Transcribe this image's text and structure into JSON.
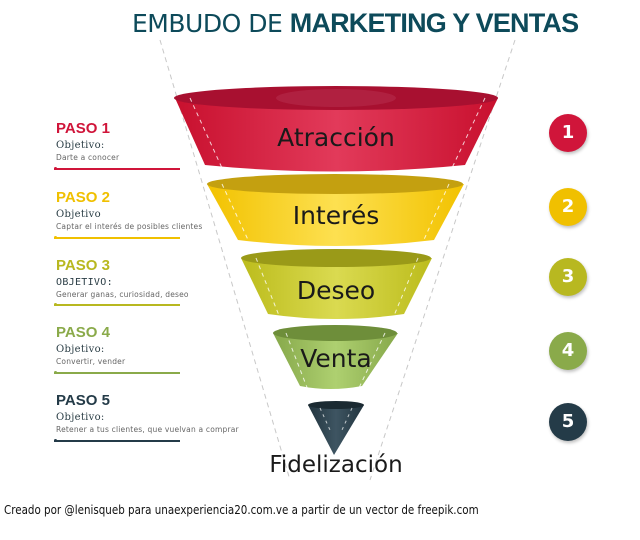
{
  "title": {
    "light": "EMBUDO DE ",
    "bold": "MARKETING Y VENTAS",
    "color": "#0d4a5a"
  },
  "steps": [
    {
      "label": "PASO 1",
      "objective_label": "Objetivo:",
      "description": "Darte a conocer",
      "color": "#d0153a"
    },
    {
      "label": "PASO 2",
      "objective_label": "Objetivo",
      "description": "Captar el interés de posibles clientes",
      "color": "#f0c000"
    },
    {
      "label": "PASO 3",
      "objective_label": "OBJETIVO:",
      "description": "Generar ganas, curiosidad, deseo",
      "color": "#b8b820"
    },
    {
      "label": "PASO 4",
      "objective_label": "Objetivo:",
      "description": "Convertir, vender",
      "color": "#8aaa4a"
    },
    {
      "label": "PASO 5",
      "objective_label": "Objetivo:",
      "description": "Retener a tus clientes, que vuelvan a comprar",
      "color": "#243b48"
    }
  ],
  "funnel": {
    "stages": [
      "Atracción",
      "Interés",
      "Deseo",
      "Venta",
      "Fidelización"
    ]
  },
  "badges": [
    "1",
    "2",
    "3",
    "4",
    "5"
  ],
  "credit": "Creado por @lenisqueb para unaexperiencia20.com.ve a partir de un vector de freepik.com"
}
